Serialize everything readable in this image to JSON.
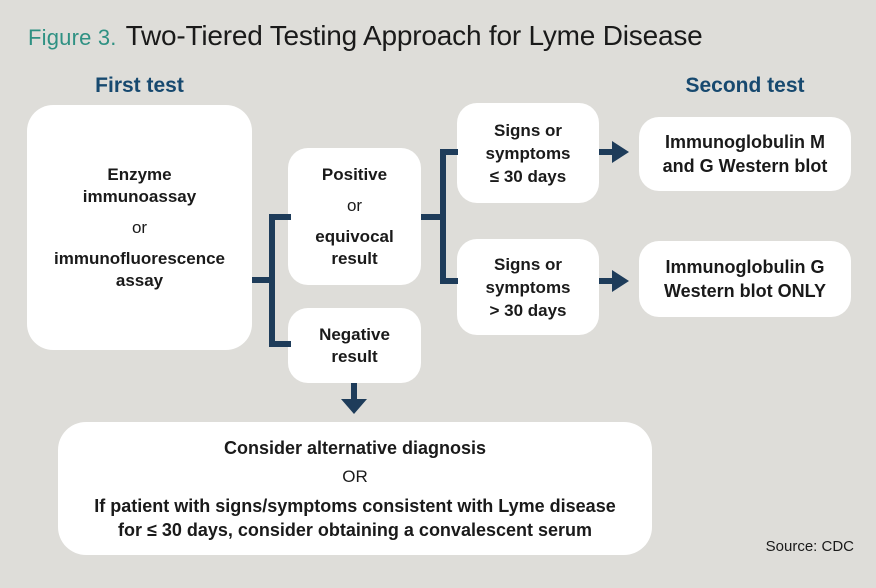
{
  "title": {
    "figure_label": "Figure 3.",
    "main": "Two-Tiered Testing Approach for Lyme Disease"
  },
  "column_headings": {
    "first_test": "First test",
    "second_test": "Second test"
  },
  "boxes": {
    "first_tier_test": {
      "line1": "Enzyme",
      "line2": "immunoassay",
      "conjunction": "or",
      "line3": "immunofluorescence",
      "line4": "assay"
    },
    "positive_result": {
      "line1": "Positive",
      "conjunction": "or",
      "line2": "equivocal",
      "line3": "result"
    },
    "negative_result": {
      "line1": "Negative",
      "line2": "result"
    },
    "signs_within_30_days": {
      "line1": "Signs or",
      "line2": "symptoms",
      "line3": "≤ 30 days"
    },
    "signs_over_30_days": {
      "line1": "Signs or",
      "line2": "symptoms",
      "line3": "> 30 days"
    },
    "western_blot_m_and_g": {
      "line1": "Immunoglobulin M",
      "line2": "and G Western blot"
    },
    "western_blot_g_only": {
      "line1": "Immunoglobulin G",
      "line2": "Western blot ONLY"
    },
    "alternative_diagnosis": {
      "line1": "Consider alternative diagnosis",
      "conjunction": "OR",
      "line2": "If patient with signs/symptoms consistent with Lyme disease",
      "line3": "for ≤ 30 days, consider obtaining a convalescent serum"
    }
  },
  "source": "Source: CDC",
  "colors": {
    "accent_teal": "#2F9183",
    "heading_navy": "#17496F",
    "connector_navy": "#1E3C5A",
    "background": "#DEDDD9",
    "box_white": "#FFFFFF",
    "text": "#1A1A1A"
  }
}
